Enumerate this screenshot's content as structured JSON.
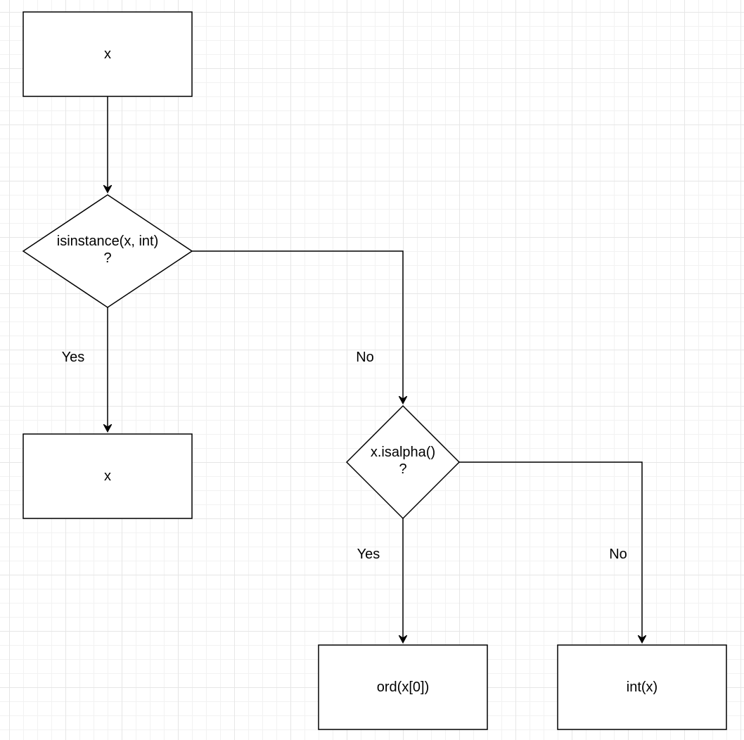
{
  "diagram": {
    "nodes": {
      "start": {
        "text": "x"
      },
      "check_int": {
        "line1": "isinstance(x, int)",
        "line2": "?"
      },
      "return_x": {
        "text": "x"
      },
      "check_alpha": {
        "line1": "x.isalpha()",
        "line2": "?"
      },
      "ord": {
        "text": "ord(x[0])"
      },
      "int": {
        "text": "int(x)"
      }
    },
    "edges": {
      "int_yes": {
        "label": "Yes"
      },
      "int_no": {
        "label": "No"
      },
      "alpha_yes": {
        "label": "Yes"
      },
      "alpha_no": {
        "label": "No"
      }
    }
  }
}
